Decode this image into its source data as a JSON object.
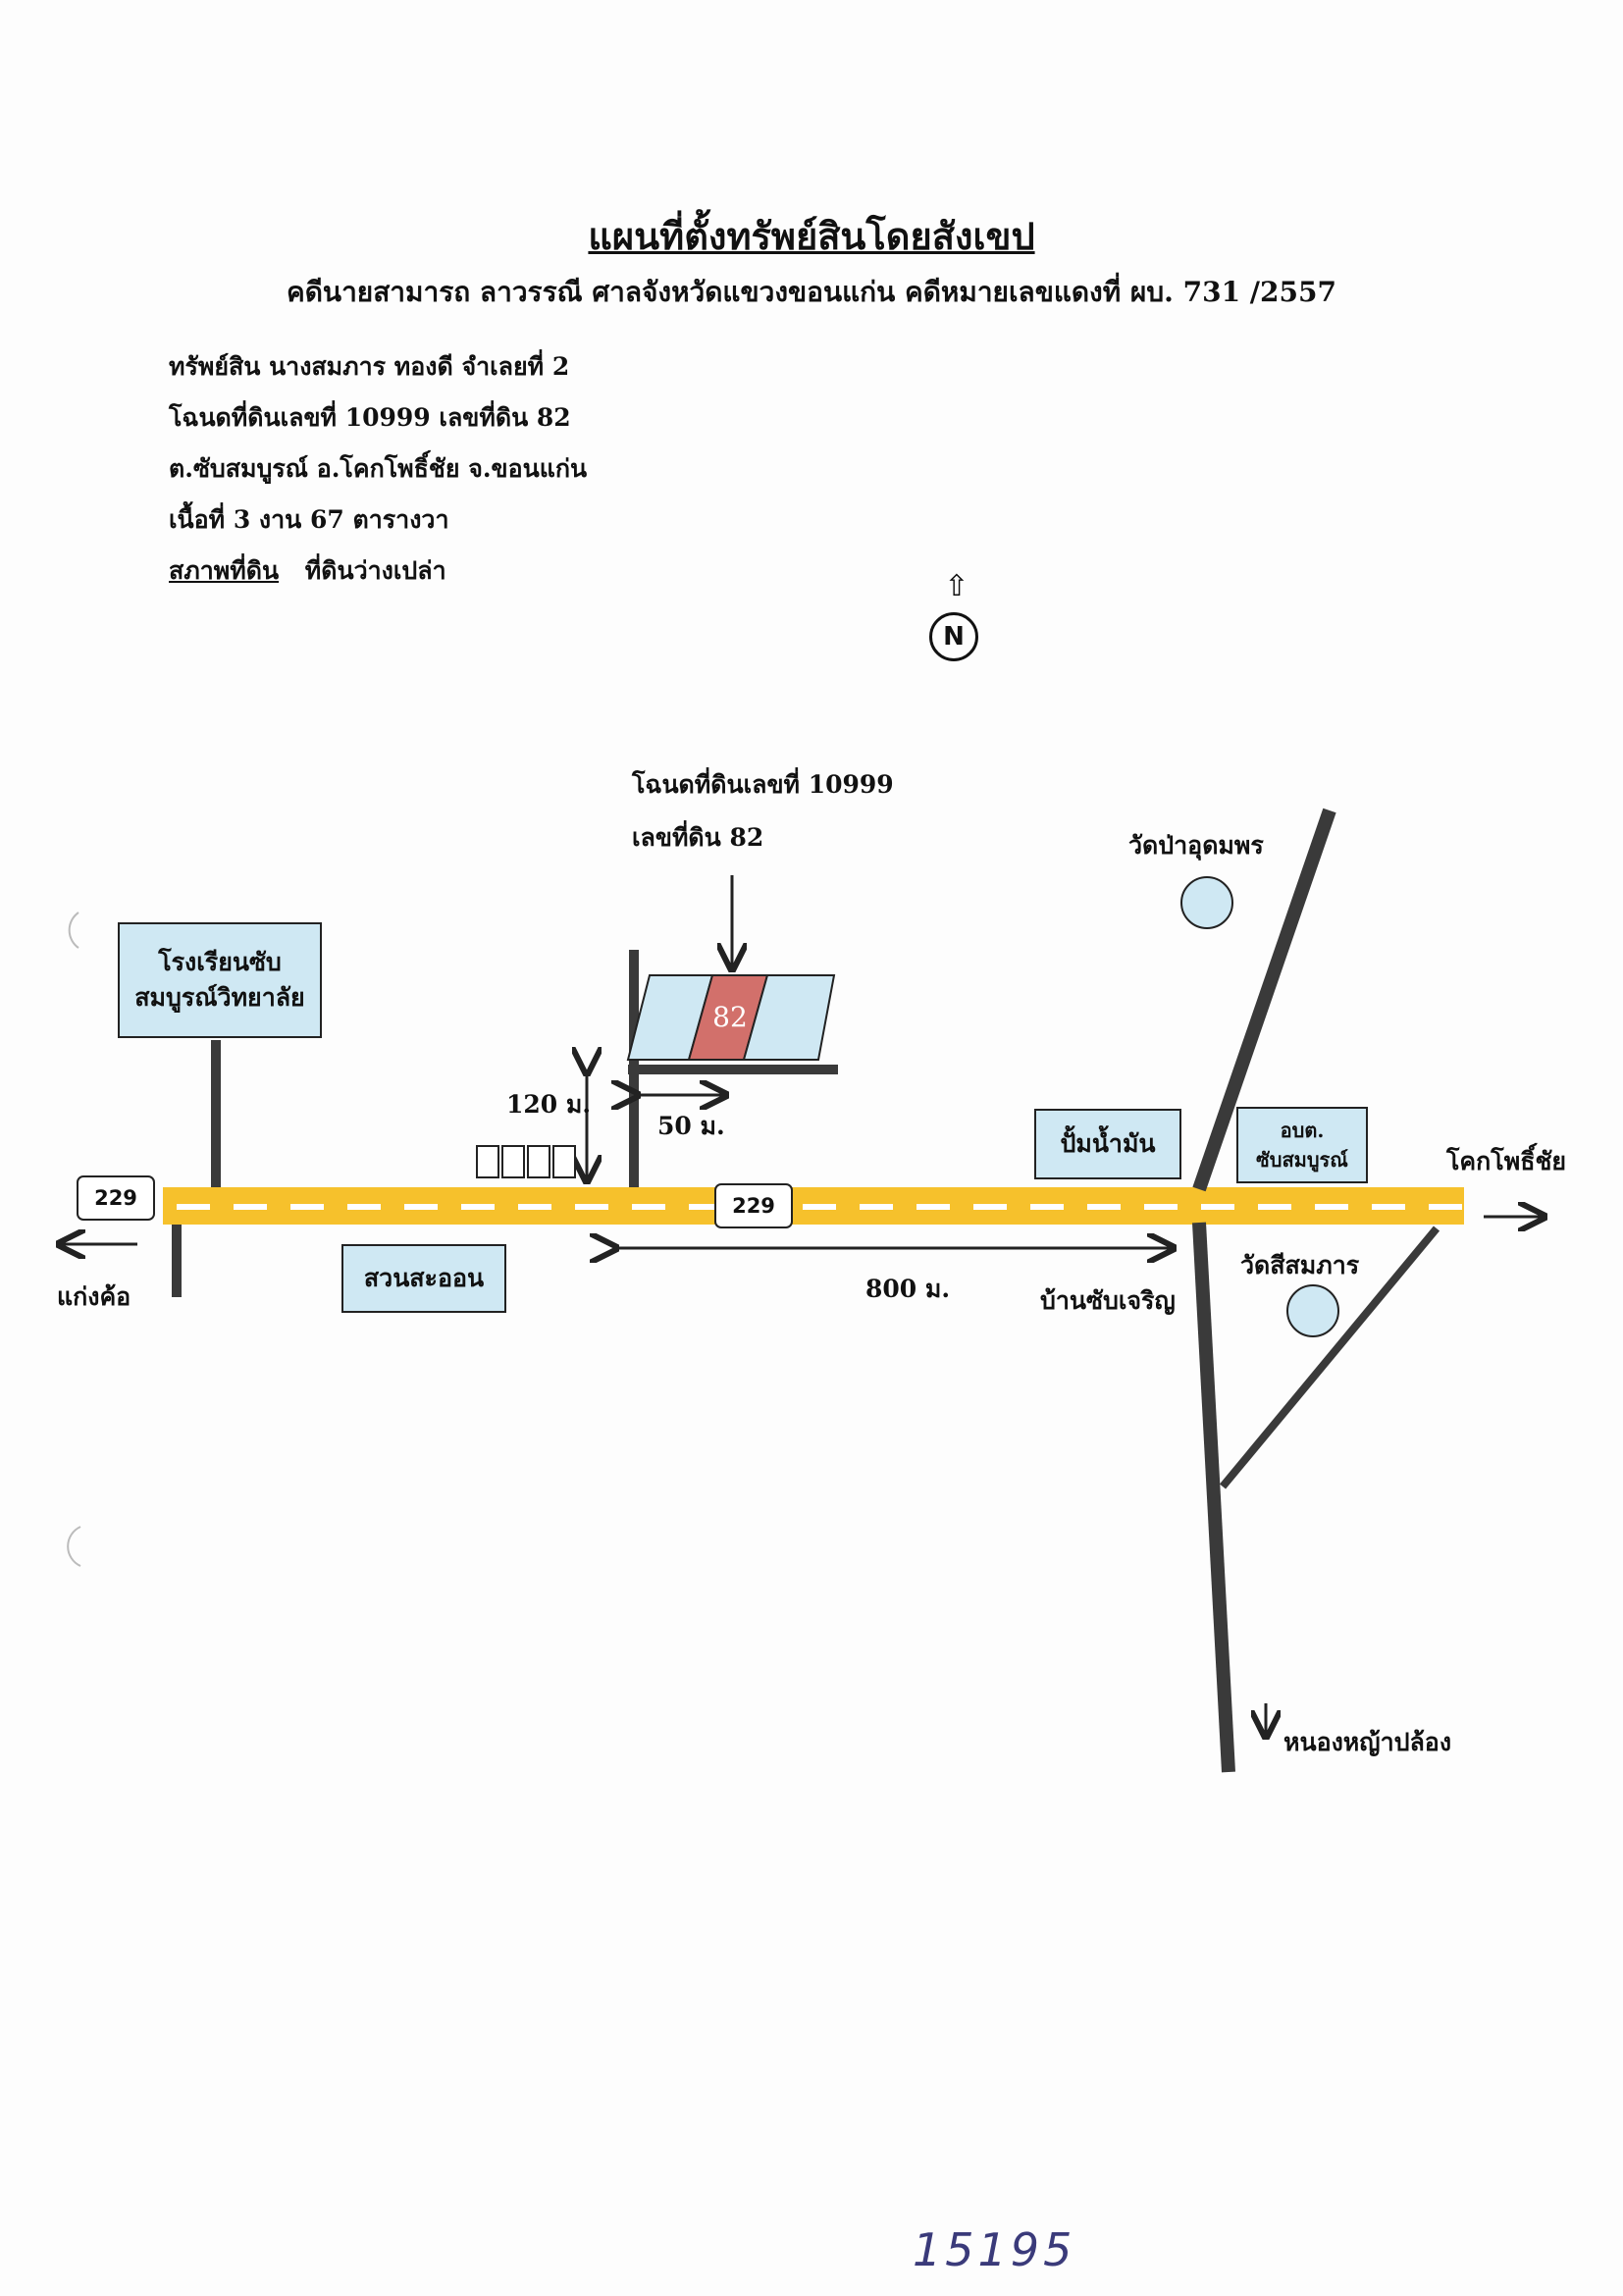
{
  "header": {
    "title": "แผนที่ตั้งทรัพย์สินโดยสังเขป",
    "subtitle": "คดีนายสามารถ ลาวรรณี ศาลจังหวัดแขวงขอนแก่น คดีหมายเลขแดงที่ ผบ. 731 /2557"
  },
  "property": {
    "line1": "ทรัพย์สิน นางสมภาร ทองดี จำเลยที่ 2",
    "line2": "โฉนดที่ดินเลขที่ 10999 เลขที่ดิน 82",
    "line3": "ต.ซับสมบูรณ์ อ.โคกโพธิ์ชัย จ.ขอนแก่น",
    "line4": "เนื้อที่ 3 งาน 67 ตารางวา",
    "condition_label": "สภาพที่ดิน",
    "condition_value": "ที่ดินว่างเปล่า"
  },
  "compass": {
    "label": "N",
    "arrow": "⇧"
  },
  "map": {
    "deed_label_line1": "โฉนดที่ดินเลขที่ 10999",
    "deed_label_line2": "เลขที่ดิน 82",
    "parcel_number": "82",
    "school_line1": "โรงเรียนซับ",
    "school_line2": "สมบูรณ์วิทยาลัย",
    "gas_station": "ปั้มน้ำมัน",
    "sao_line1": "อบต.",
    "sao_line2": "ซับสมบูรณ์",
    "garden": "สวนสะออน",
    "temple_north": "วัดป่าอุดมพร",
    "temple_south": "วัดสีสมภาร",
    "dist_120": "120 ม.",
    "dist_50": "50 ม.",
    "dist_800": "800 ม.",
    "to_east": "โคกโพธิ์ชัย",
    "to_west": "แก่งค้อ",
    "to_south": "หนองหญ้าปล้อง",
    "village": "บ้านซับเจริญ",
    "highway_west": "229",
    "highway_center": "229"
  },
  "footer": {
    "handwritten_number": "15195"
  },
  "colors": {
    "road_yellow": "#f6c12c",
    "parcel_red": "#d2706b",
    "box_blue": "#cfe8f3",
    "circle_blue": "#cfe8f3"
  }
}
